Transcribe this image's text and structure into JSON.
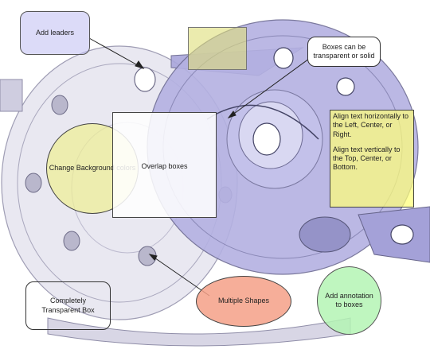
{
  "colors": {
    "part_light": "#e4e2ef",
    "part_blue": "#aeabe0",
    "part_dark": "#707090",
    "leader": "#222222"
  },
  "annotations": {
    "add_leaders": "Add leaders",
    "boxes_transparent": "Boxes can be transparent or solid",
    "align_text_horizontal": "Align text horizontally to the Left, Center, or Right.",
    "align_text_vertical": "Align text vertically to the Top, Center, or Bottom.",
    "change_background": "Change Background colors",
    "overlap_boxes": "Overlap boxes",
    "transparent_box": "Completely Transparent Box",
    "multiple_shapes": "Multiple Shapes",
    "add_annotation": "Add annotation to boxes"
  }
}
